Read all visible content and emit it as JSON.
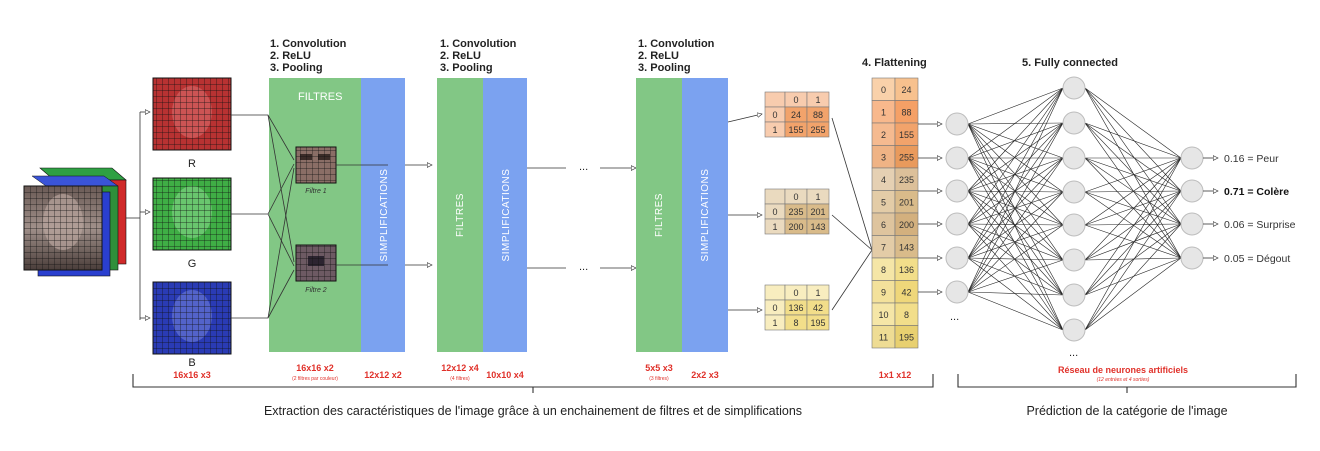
{
  "steps": {
    "block1": [
      "1. Convolution",
      "2. ReLU",
      "3. Pooling"
    ],
    "block2": [
      "1. Convolution",
      "2. ReLU",
      "3. Pooling"
    ],
    "block3": [
      "1. Convolution",
      "2. ReLU",
      "3. Pooling"
    ],
    "flattening": "4. Flattening",
    "fully_connected": "5. Fully connected"
  },
  "channels": {
    "r": "R",
    "g": "G",
    "b": "B",
    "size": "16x16 x3"
  },
  "filters_label": "FILTRES",
  "simplifications_label": "SIMPLIFICATIONS",
  "filter_names": [
    "Filtre 1",
    "Filtre 2"
  ],
  "ellipsis": "...",
  "sizes": {
    "s1": "16x16 x2",
    "s1_note": "(2 filtres par couleur)",
    "s2": "12x12 x2",
    "s3": "12x12 x4",
    "s3_note": "(4 filtres)",
    "s4": "10x10 x4",
    "s5": "5x5 x3",
    "s5_note": "(3 filtres)",
    "s6": "2x2 x3",
    "s7": "1x1 x12"
  },
  "matrices": [
    {
      "header": [
        "0",
        "1"
      ],
      "rows": [
        [
          "0",
          "24",
          "88"
        ],
        [
          "1",
          "155",
          "255"
        ]
      ],
      "color": "#f2a36b"
    },
    {
      "header": [
        "0",
        "1"
      ],
      "rows": [
        [
          "0",
          "235",
          "201"
        ],
        [
          "1",
          "200",
          "143"
        ]
      ],
      "color": "#d9bb8a"
    },
    {
      "header": [
        "0",
        "1"
      ],
      "rows": [
        [
          "0",
          "136",
          "42"
        ],
        [
          "1",
          "8",
          "195"
        ]
      ],
      "color": "#f2de8a"
    }
  ],
  "flatten": [
    [
      "0",
      "24"
    ],
    [
      "1",
      "88"
    ],
    [
      "2",
      "155"
    ],
    [
      "3",
      "255"
    ],
    [
      "4",
      "235"
    ],
    [
      "5",
      "201"
    ],
    [
      "6",
      "200"
    ],
    [
      "7",
      "143"
    ],
    [
      "8",
      "136"
    ],
    [
      "9",
      "42"
    ],
    [
      "10",
      "8"
    ],
    [
      "11",
      "195"
    ]
  ],
  "outputs": [
    "0.16 = Peur",
    "0.71 = Colère",
    "0.06 = Surprise",
    "0.05 = Dégout"
  ],
  "network_label": "Réseau de neurones artificiels",
  "network_note": "(12 entrées et 4 sorties)",
  "footer": {
    "left": "Extraction des caractéristiques de l'image grâce à un enchainement de filtres et de simplifications",
    "right": "Prédiction de la catégorie de l'image"
  },
  "colors": {
    "filters_green": "#82c785",
    "simplif_blue": "#7ba2f0",
    "red_text": "#e0312a"
  }
}
